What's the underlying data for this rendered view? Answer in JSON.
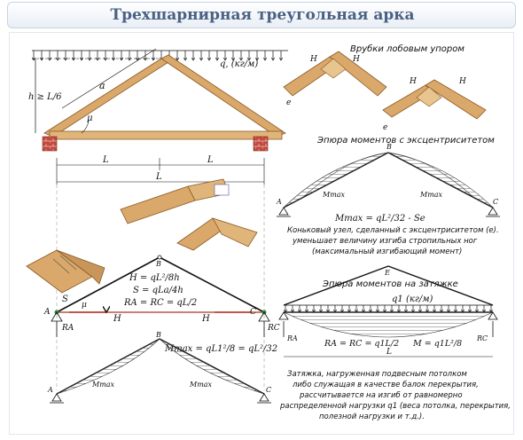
{
  "header": {
    "title": "Трехшарнирная треугольная арка"
  },
  "roof": {
    "load": "q, (кг/м)",
    "height": "h ≥ L/6",
    "rafter": "a",
    "angle": "μ"
  },
  "dims": {
    "half1": "L",
    "half2": "L",
    "span": "L"
  },
  "notches": {
    "title": "Врубки лобовым упором",
    "h": "H",
    "e": "e"
  },
  "moment_ecc": {
    "title": "Эпюра моментов с эксцентриситетом",
    "mmax": "Mmax",
    "formula": "Mmax = qL²/32 - Se",
    "note_lines": [
      "Коньковый узел, сделанный с эксцентриситетом (е).",
      "уменьшает величину изгиба стропильных ног",
      "(максимальный изгибающий момент)"
    ]
  },
  "arch": {
    "eq1": "H = qL²/8h",
    "eq2": "S = qLa/4h",
    "eq3": "RA = RC = qL/2",
    "A": "A",
    "B": "B",
    "C": "C",
    "S": "S",
    "H": "H",
    "mu": "μ",
    "RA": "RA",
    "RC": "RC"
  },
  "tie": {
    "title": "Эпюра моментов на затяжке",
    "load": "q1 (кг/м)",
    "E": "E",
    "reaction": "RA = RC = q1L/2",
    "moment": "M = q1L²/8",
    "span": "L"
  },
  "moment_bottom": {
    "formula": "Mmax = qL1²/8 = qL²/32",
    "mmax": "Mmax"
  },
  "tie_note": {
    "lines": [
      "Затяжка, нагруженная подвесным потолком",
      "либо служащая в качестве балок перекрытия,",
      "рассчитывается на изгиб от равномерно",
      "распределенной нагрузки q1 (веса потолка, перекрытия,",
      "полезной нагрузки и т.д.)."
    ]
  },
  "colors": {
    "wood": "#d9a86a",
    "wood_dark": "#a8743a",
    "hatch": "#333333",
    "brick": "#c4473a",
    "tie_red": "#b03020"
  }
}
